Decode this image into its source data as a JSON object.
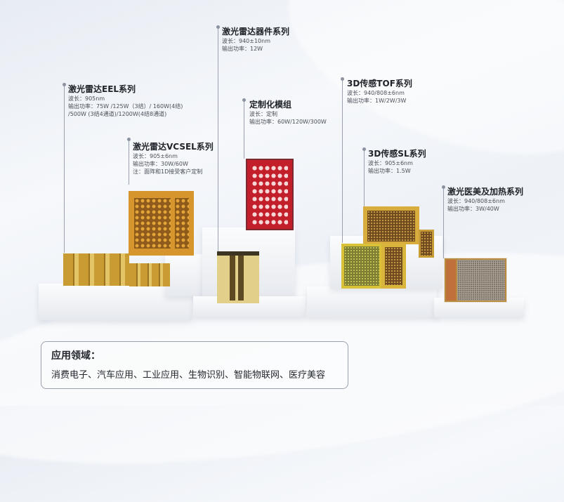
{
  "products": [
    {
      "title": "激光雷达EEL系列",
      "lines": [
        "波长：905nm",
        "输出功率：75W /125W（3结）/ 160W(4结)",
        "/500W (3结4通道)/1200W(4结8通道)"
      ]
    },
    {
      "title": "激光雷达VCSEL系列",
      "lines": [
        "波长：905±6nm",
        "输出功率：30W/60W",
        "注：面阵和1D接受客户定制"
      ]
    },
    {
      "title": "激光雷达器件系列",
      "lines": [
        "波长：940±10nm",
        "输出功率：12W"
      ]
    },
    {
      "title": "定制化模组",
      "lines": [
        "波长：定制",
        "输出功率：60W/120W/300W"
      ]
    },
    {
      "title": "3D传感TOF系列",
      "lines": [
        "波长：940/808±6nm",
        "输出功率：1W/2W/3W"
      ]
    },
    {
      "title": "3D传感SL系列",
      "lines": [
        "波长：905±6nm",
        "输出功率：1.5W"
      ]
    },
    {
      "title": "激光医美及加热系列",
      "lines": [
        "波长：940/808±6nm",
        "输出功率：3W/40W"
      ]
    }
  ],
  "applications": {
    "title": "应用领域：",
    "list": "消费电子、汽车应用、工业应用、生物识别、智能物联网、医疗美容"
  }
}
